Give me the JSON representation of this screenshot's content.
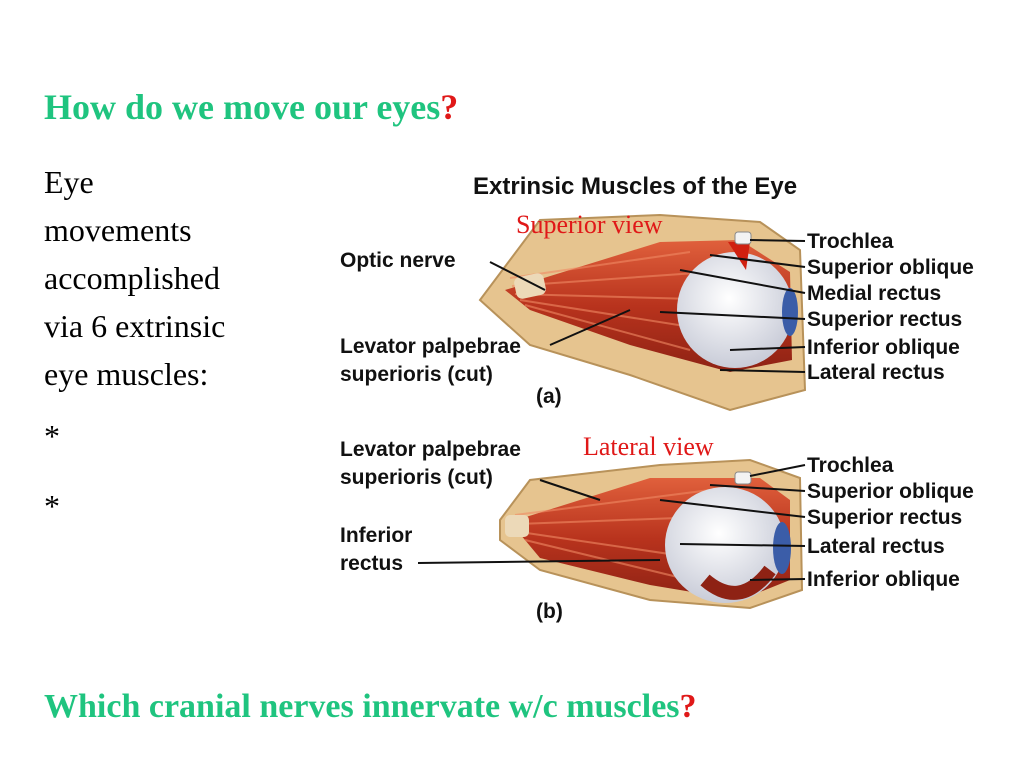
{
  "slide": {
    "title": "How do we move our eyes",
    "title_mark": "?",
    "body_lines": [
      "Eye",
      "movements",
      "accomplished",
      "via 6 extrinsic",
      "eye muscles:"
    ],
    "bullets": [
      "*",
      "*"
    ],
    "question": "Which cranial nerves innervate w/c muscles",
    "question_mark": "?"
  },
  "figure": {
    "title": "Extrinsic Muscles of the Eye",
    "panel_a": {
      "overlay": "Superior view",
      "letter": "(a)",
      "left_labels": [
        "Optic nerve",
        "Levator palpebrae",
        "superioris (cut)"
      ],
      "right_labels": [
        "Trochlea",
        "Superior oblique",
        "Medial rectus",
        "Superior rectus",
        "Inferior oblique",
        "Lateral rectus"
      ]
    },
    "panel_b": {
      "overlay": "Lateral view",
      "letter": "(b)",
      "left_labels": [
        "Levator palpebrae",
        "superioris (cut)",
        "Inferior",
        "rectus"
      ],
      "right_labels": [
        "Trochlea",
        "Superior oblique",
        "Superior rectus",
        "Lateral rectus",
        "Inferior oblique"
      ]
    }
  },
  "colors": {
    "heading": "#1fc47f",
    "accent": "#e01818",
    "muscle": "#c8452a",
    "bone": "#e6c48f"
  }
}
